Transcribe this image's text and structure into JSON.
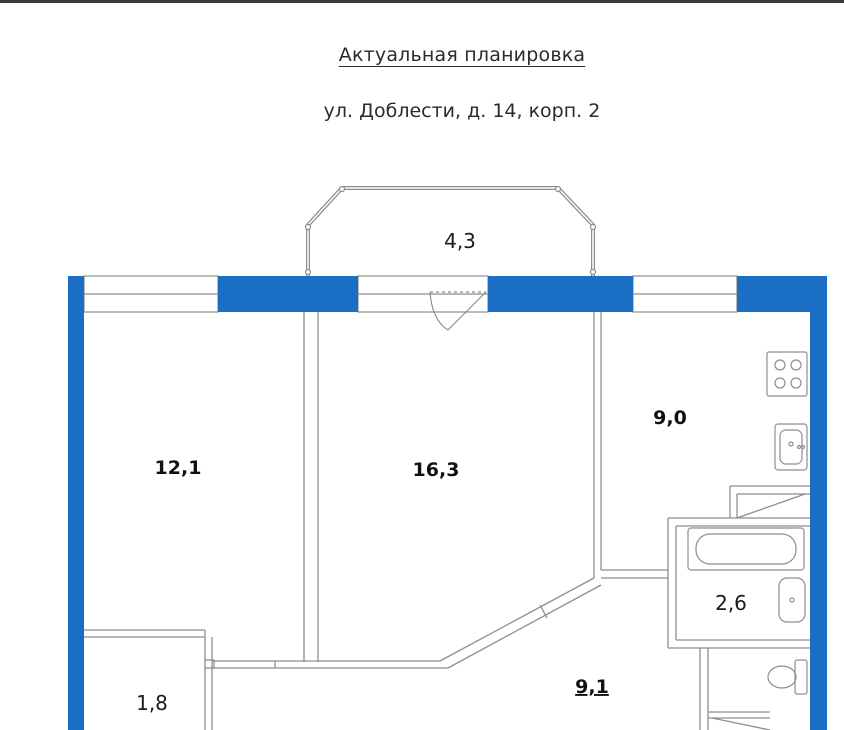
{
  "header": {
    "title": "Актуальная планировка",
    "address": "ул. Доблести, д. 14, корп. 2"
  },
  "rooms": {
    "balcony": "4,3",
    "room_left": "12,1",
    "room_center": "16,3",
    "kitchen": "9,0",
    "bathroom": "2,6",
    "hall": "9,1",
    "closet": "1,8"
  },
  "colors": {
    "wall_blue": "#1a6fc4",
    "wall_gray": "#8e8e8e",
    "text": "#111111"
  },
  "icons": [
    "stove-icon",
    "sink-icon",
    "bathtub-icon",
    "washbasin-icon",
    "toilet-icon",
    "door-icon"
  ]
}
